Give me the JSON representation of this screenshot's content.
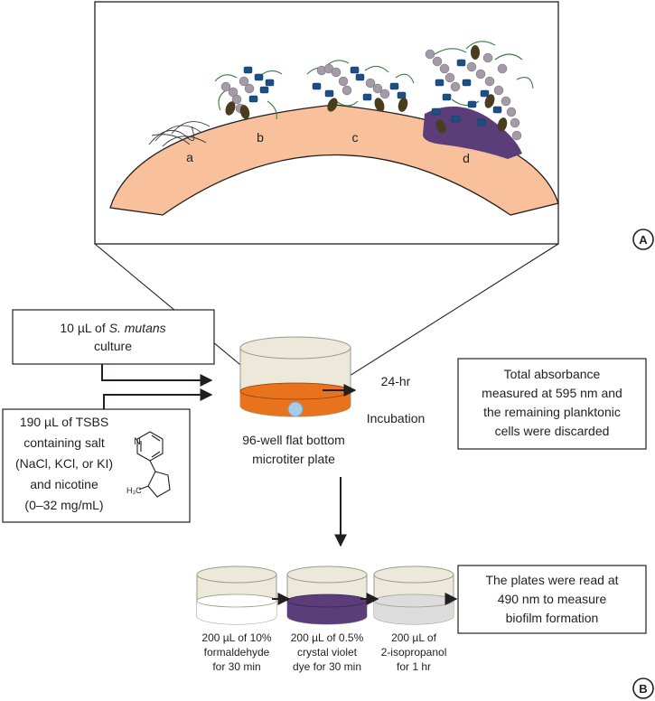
{
  "panel_a": {
    "panel_label": "A",
    "stage_labels": [
      "a",
      "b",
      "c",
      "d"
    ]
  },
  "culture_box": {
    "line1_prefix": "10 µL of ",
    "line1_italic": "S. mutans",
    "line2": "culture"
  },
  "medium_box": {
    "lines": [
      "190 µL of TSBS",
      "containing salt",
      "(NaCl, KCl, or KI)",
      "and nicotine",
      "(0–32 mg/mL)"
    ],
    "structure_n_label": "N",
    "structure_methyl_label": "H₃C"
  },
  "plate": {
    "lines": [
      "96-well flat bottom",
      "microtiter plate"
    ]
  },
  "incubation": {
    "time": "24-hr",
    "label": "Incubation"
  },
  "absorbance_box": {
    "lines": [
      "Total absorbance",
      "measured at 595 nm and",
      "the remaining planktonic",
      "cells were discarded"
    ]
  },
  "steps": [
    {
      "lines": [
        "200 µL of 10%",
        "formaldehyde",
        "for 30 min"
      ],
      "fill_color": "#ffffff"
    },
    {
      "lines": [
        "200 µL of 0.5%",
        "crystal violet",
        "dye for 30 min"
      ],
      "fill_color": "#5b3d7a"
    },
    {
      "lines": [
        "200 µL of",
        "2-isopropanol",
        "for 1 hr"
      ],
      "fill_color": "#dcdcdc"
    }
  ],
  "result_box": {
    "lines": [
      "The plates were read at",
      "490 nm to measure",
      "biofilm formation"
    ]
  },
  "panel_b": {
    "panel_label": "B"
  },
  "colors": {
    "tooth": "#f8c09b",
    "culture_liquid": "#e8731c",
    "biofilm_matrix": "#5b3d7a",
    "cocci": "#a59ba8",
    "rod_bacteria": "#1f4f82",
    "dark_bacteria": "#4a3d1f",
    "filaments": "#3a7d44",
    "cup_shell": "#ece8da"
  }
}
